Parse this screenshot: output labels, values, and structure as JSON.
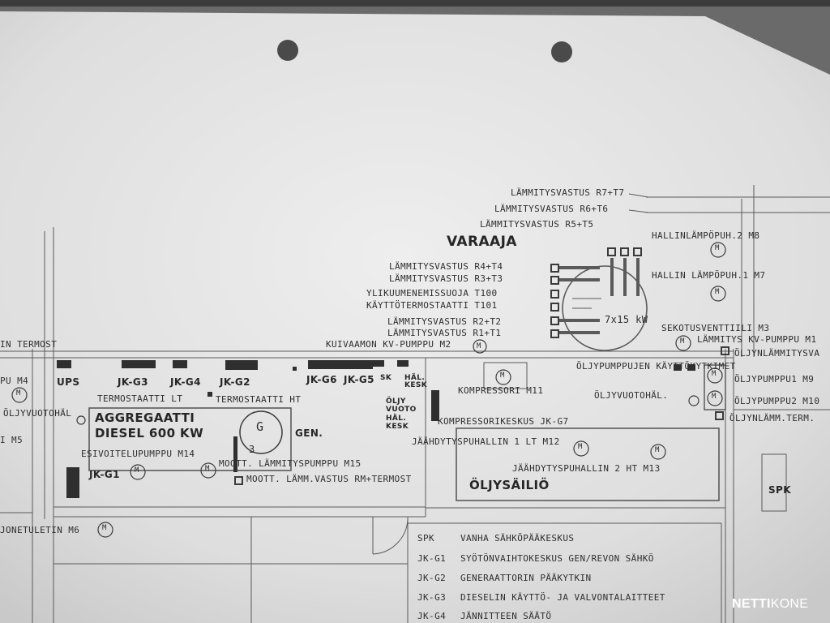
{
  "title": "VARAAJA",
  "heating_resistors": [
    "LÄMMITYSVASTUS R7+T7",
    "LÄMMITYSVASTUS R6+T6",
    "LÄMMITYSVASTUS R5+T5",
    "LÄMMITYSVASTUS R4+T4",
    "LÄMMITYSVASTUS R3+T3",
    "YLIKUUMENEMISSUOJA T100",
    "KÄYTTÖTERMOSTAATTI T101",
    "LÄMMITYSVASTUS R2+T2",
    "LÄMMITYSVASTUS R1+T1"
  ],
  "heater_rating": "7x15 kW",
  "pump_label": "KUIVAAMON KV-PUMPPU M2",
  "right_labels": [
    "HALLINLÄMPÖPUH.2 M8",
    "HALLIN LÄMPÖPUH.1 M7",
    "SEKOTUSVENTTIILI M3",
    "LÄMMITYS KV-PUMPPU M1",
    "ÖLJYNLÄMMITYSVA",
    "ÖLJYPUMPPU1 M9",
    "ÖLJYPUMPPU2 M10",
    "ÖLJYNLÄMM.TERM."
  ],
  "left_edge_labels": [
    "IN TERMOST",
    "PU M4",
    "ÖLJYVUOTOHÄL",
    "I M5",
    "JONETULETIN M6"
  ],
  "switchboards": [
    "UPS",
    "JK-G3",
    "JK-G4",
    "JK-G2",
    "JK-G6",
    "JK-G5",
    "SK",
    "HÄL. KESK",
    "JK-G1"
  ],
  "room_labels": [
    "TERMOSTAATTI LT",
    "TERMOSTAATTI HT",
    "ÖLJY VUOTO HÄL. KESK",
    "ESIVOITELUPUMPPU M14",
    "MOOTT. LÄMMITYSPUMPPU M15",
    "MOOTT. LÄMM.VASTUS RM+TERMOST",
    "GEN."
  ],
  "generator": {
    "line1": "AGGREGAATTI",
    "line2": "DIESEL 600 KW",
    "symbol": "G",
    "phase": "3"
  },
  "compressor_labels": [
    "ÖLJYPUMPPUJEN KÄYTTÖKYTKIMET",
    "KOMPRESSORI M11",
    "ÖLJYVUOTOHÄL.",
    "KOMPRESSORIKESKUS JK-G7",
    "JÄÄHDYTYSPUHALLIN 1 LT M12",
    "JÄÄHDYTYSPUHALLIN 2  HT  M13"
  ],
  "tank_label": "ÖLJYSÄILIÖ",
  "spk_label": "SPK",
  "motor_symbol": "M",
  "legend": [
    {
      "code": "SPK",
      "text": "VANHA SÄHKÖPÄÄKESKUS"
    },
    {
      "code": "JK-G1",
      "text": "SYÖTÖNVAIHTOKESKUS GEN/REVON SÄHKÖ"
    },
    {
      "code": "JK-G2",
      "text": "GENERAATTORIN PÄÄKYTKIN"
    },
    {
      "code": "JK-G3",
      "text": "DIESELIN KÄYTTÖ- JA VALVONTALAITTEET"
    },
    {
      "code": "JK-G4",
      "text": "JÄNNITTEEN SÄÄTÖ"
    }
  ],
  "watermark": {
    "part1": "NETTI",
    "part2": "KONE"
  }
}
